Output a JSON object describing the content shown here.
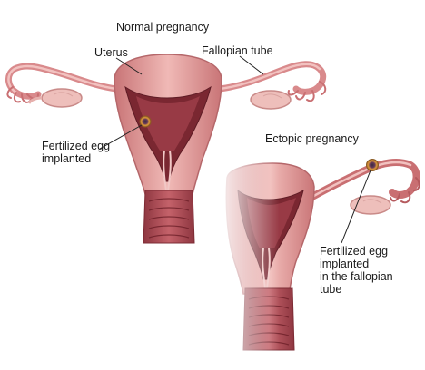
{
  "diagram": {
    "panels": [
      {
        "title": "Normal pregnancy",
        "labels": {
          "uterus": "Uterus",
          "fallopian_tube": "Fallopian tube",
          "egg": [
            "Fertilized egg",
            "implanted"
          ]
        }
      },
      {
        "title": "Ectopic pregnancy",
        "labels": {
          "egg": [
            "Fertilized egg",
            "implanted",
            "in the fallopian",
            "tube"
          ]
        }
      }
    ],
    "colors": {
      "tissue": "#e8a6a6",
      "tissue_dark": "#b55a5e",
      "cavity": "#7a2731",
      "egg": "#d9983b",
      "leader_line": "#222222"
    }
  }
}
